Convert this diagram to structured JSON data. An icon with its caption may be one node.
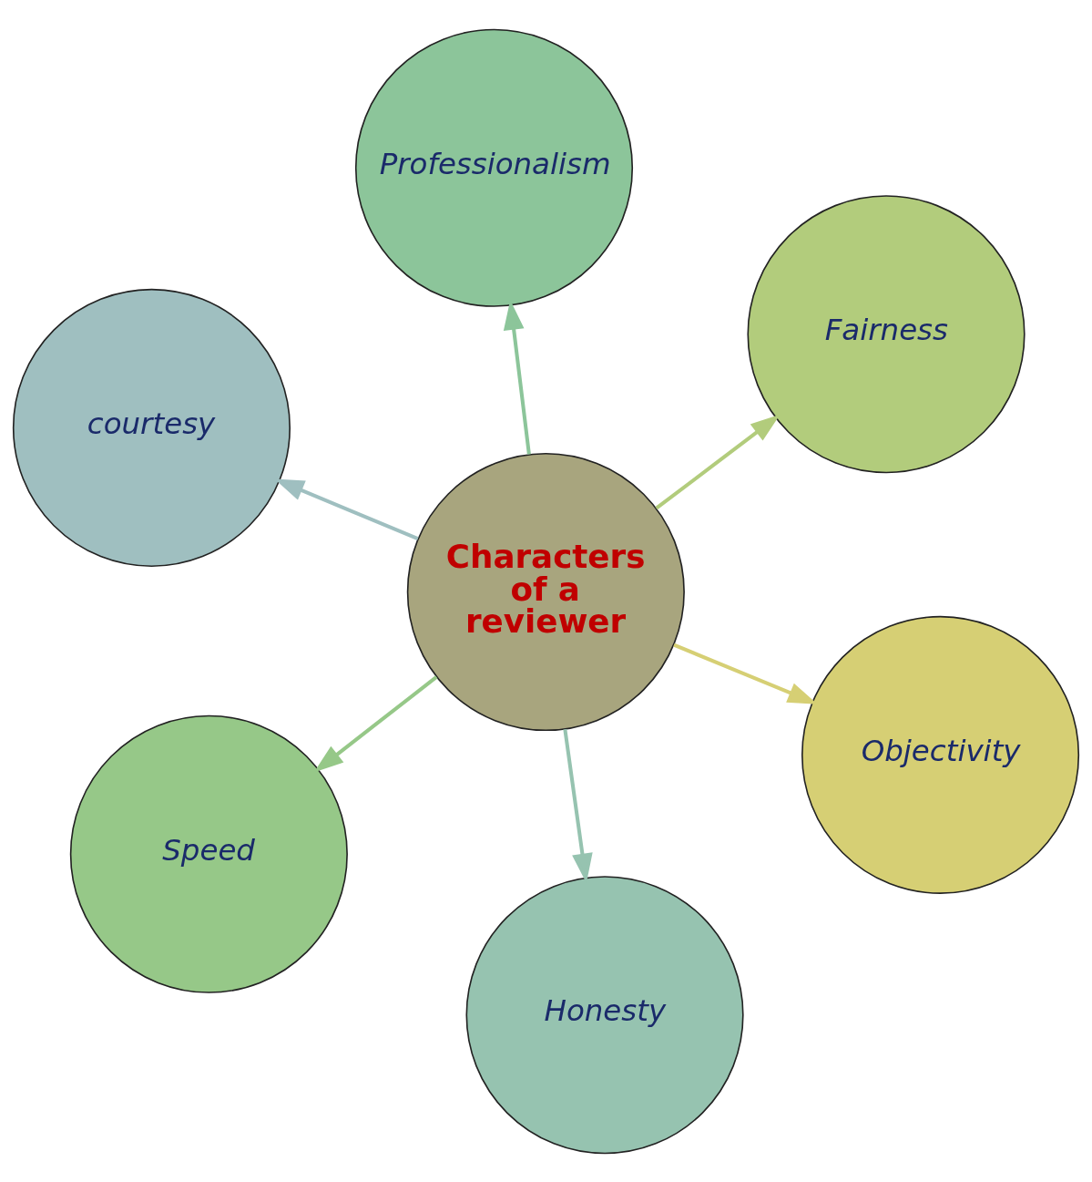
{
  "diagram": {
    "nodes": [
      {
        "text": [
          "courtesy"
        ]
      },
      {
        "text": [
          "Objectivity"
        ]
      },
      {
        "text": [
          "Honesty"
        ]
      },
      {
        "text": [
          "Characters of a reviewer"
        ]
      },
      {
        "text": [
          "Fairness"
        ]
      },
      {
        "text": [
          "Professionalism"
        ]
      },
      {
        "text": [
          "Speed"
        ]
      }
    ],
    "edges": [
      {
        "from": 3,
        "to": 0,
        "arrow": "to",
        "color": "#9fbfc0"
      },
      {
        "from": 3,
        "to": 2,
        "arrow": "to",
        "color": "#96c3b0"
      },
      {
        "from": 3,
        "to": 5,
        "arrow": "to",
        "color": "#8cc59a"
      },
      {
        "from": 3,
        "to": 6,
        "arrow": "to",
        "color": "#96c888"
      },
      {
        "from": 3,
        "to": 4,
        "arrow": "to",
        "color": "#b2cc7c"
      },
      {
        "from": 3,
        "to": 1,
        "arrow": "to",
        "color": "#d6cf74"
      }
    ]
  }
}
